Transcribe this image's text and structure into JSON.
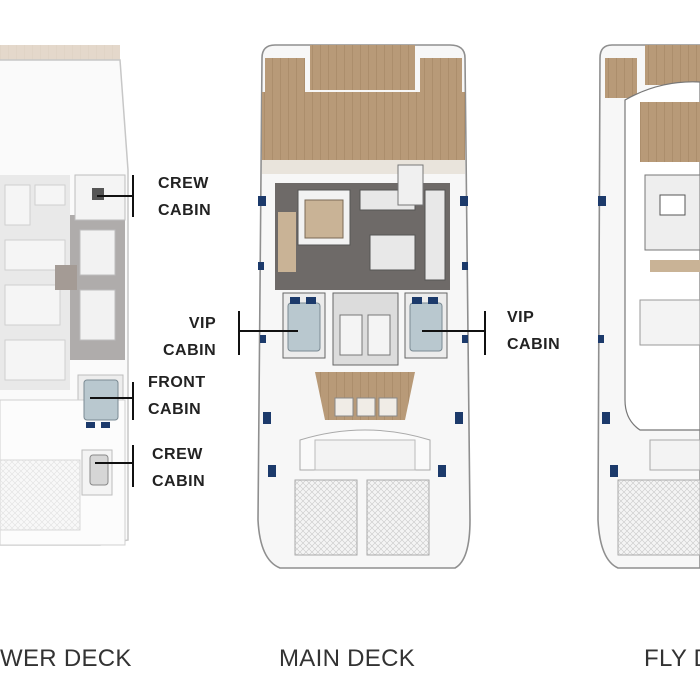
{
  "decks": {
    "lower": {
      "title": "WER DECK"
    },
    "main": {
      "title": "MAIN DECK"
    },
    "fly": {
      "title": "FLY D"
    }
  },
  "cabins": {
    "crew_top": {
      "line1": "CREW",
      "line2": "CABIN"
    },
    "vip_left": {
      "line1": "VIP",
      "line2": "CABIN"
    },
    "front": {
      "line1": "FRONT",
      "line2": "CABIN"
    },
    "crew_bottom": {
      "line1": "CREW",
      "line2": "CABIN"
    },
    "vip_right": {
      "line1": "VIP",
      "line2": "CABIN"
    }
  },
  "colors": {
    "teak": "#b89a78",
    "interior": "#6e6a68",
    "hull_outline": "#9a9a9a",
    "window": "#1c3a6b",
    "bed": "#b9c8cf",
    "text": "#222222"
  }
}
